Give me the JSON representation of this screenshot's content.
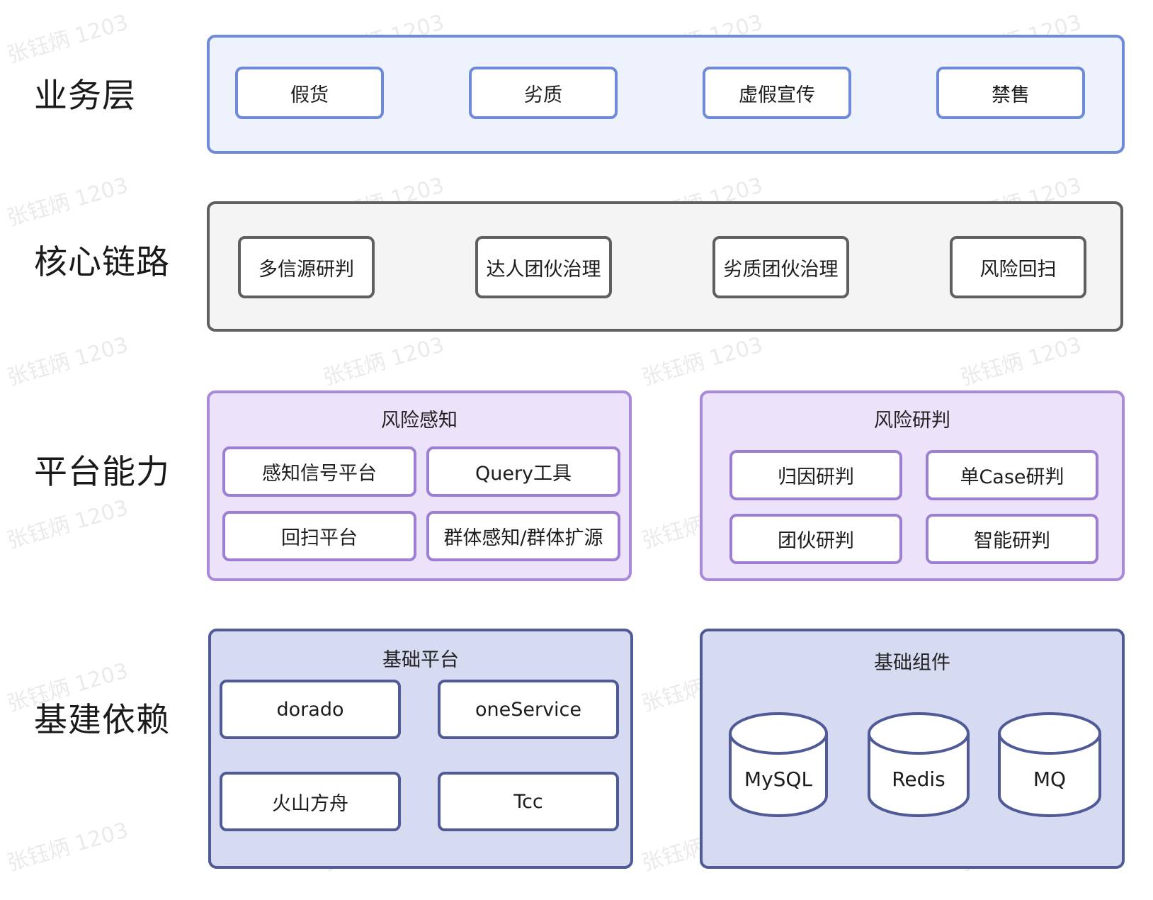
{
  "watermark": "张钰炳 1203",
  "layers": {
    "business": "业务层",
    "core": "核心链路",
    "platform": "平台能力",
    "infra": "基建依赖"
  },
  "business": {
    "items": [
      "假货",
      "劣质",
      "虚假宣传",
      "禁售"
    ]
  },
  "core": {
    "items": [
      "多信源研判",
      "达人团伙治理",
      "劣质团伙治理",
      "风险回扫"
    ]
  },
  "platform": {
    "risk_perception": {
      "title": "风险感知",
      "items": [
        "感知信号平台",
        "Query工具",
        "回扫平台",
        "群体感知/群体扩源"
      ]
    },
    "risk_judgment": {
      "title": "风险研判",
      "items": [
        "归因研判",
        "单Case研判",
        "团伙研判",
        "智能研判"
      ]
    }
  },
  "infra": {
    "base_platform": {
      "title": "基础平台",
      "items": [
        "dorado",
        "oneService",
        "火山方舟",
        "Tcc"
      ]
    },
    "base_components": {
      "title": "基础组件",
      "items": [
        "MySQL",
        "Redis",
        "MQ"
      ]
    }
  },
  "colors": {
    "business_border": "#6f8ad8",
    "business_fill": "#eef2fc",
    "core_border": "#5f5f5f",
    "core_fill": "#f4f4f4",
    "platform_border": "#a88ad9",
    "platform_fill": "#ece3fb",
    "infra_border": "#4f5a96",
    "infra_fill": "#d6dbf2"
  }
}
